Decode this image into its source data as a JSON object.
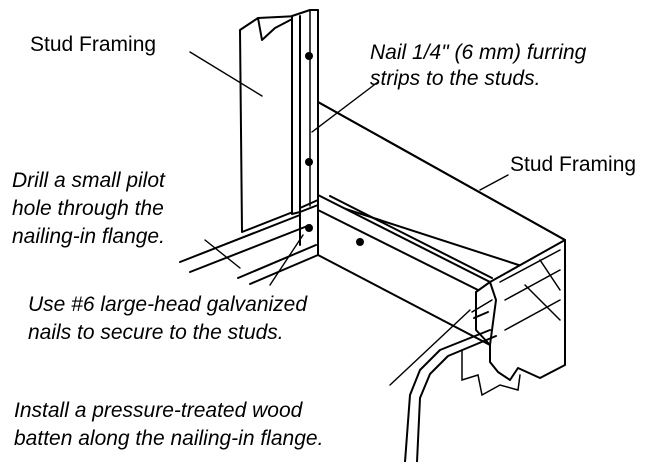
{
  "labels": {
    "stud_framing_left": "Stud Framing",
    "stud_framing_right": "Stud Framing",
    "nail_furring_line1": "Nail 1/4\" (6 mm) furring",
    "nail_furring_line2": "strips to the studs.",
    "drill_line1": "Drill a small pilot",
    "drill_line2": "hole through the",
    "drill_line3": "nailing-in flange.",
    "use_nails_line1": "Use #6 large-head galvanized",
    "use_nails_line2": "nails to secure to the studs.",
    "install_line1": "Install a pressure-treated wood",
    "install_line2": "batten along the nailing-in flange."
  },
  "colors": {
    "line": "#000000",
    "background": "#ffffff"
  }
}
